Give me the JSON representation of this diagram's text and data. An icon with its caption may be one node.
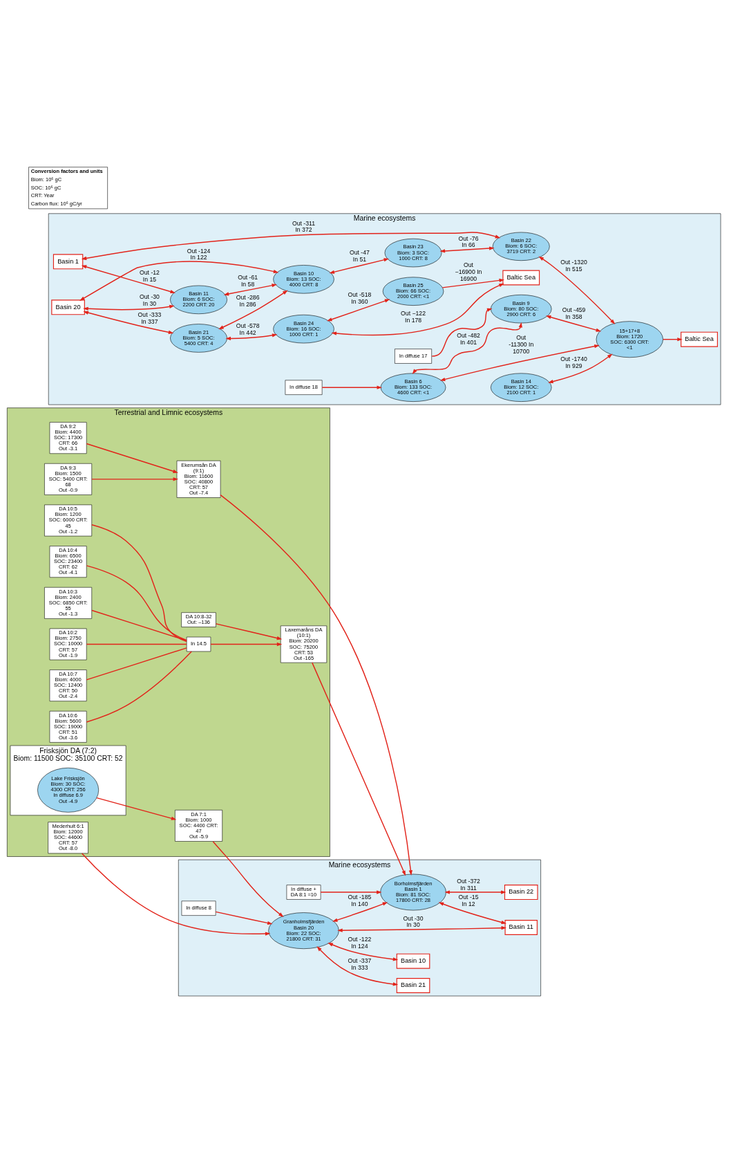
{
  "diagram": {
    "nodes": [
      {
        "text": [
          "Terrestrial and Limnic ecosystems"
        ]
      },
      {
        "text": [
          "DA 10:7",
          "Biom: 4000 SOC: 12400 CRT: 50",
          "Out -2.4"
        ],
        "in": 0
      },
      {
        "text": [
          "DA 10:6",
          "Biom: 5600 SOC: 19000 CRT: 51",
          "Out -3.6"
        ],
        "in": 0
      },
      {
        "text": [
          "DA 10:5",
          "Biom: 1200 SOC: 6000 CRT: 45",
          "Out -1.2"
        ],
        "in": 0
      },
      {
        "text": [
          "DA 10:4",
          "Biom: 6500 SOC: 23400 CRT: 62",
          "Out -4.1"
        ],
        "in": 0
      },
      {
        "text": [
          "DA 10:3",
          "Biom: 2400 SOC: 6850 CRT: 55",
          "Out -1.3"
        ],
        "in": 0
      },
      {
        "text": [
          "DA 10:2",
          "Biom: 2750 SOC: 10000 CRT: 57",
          "Out -1.9"
        ],
        "in": 0
      },
      {
        "text": [
          "Frisksjön DA (7:2)",
          "Biom: 11500 SOC: 35100 CRT: 52"
        ],
        "in": 0
      },
      {
        "text": [
          "Lake Frisksjön",
          "Biom: 30 SOC: 4300 CRT: 256",
          "In diffuse 6.9",
          "Out -4.9"
        ],
        "in": 7
      },
      {
        "text": [
          "Mederhult 6:1",
          "Biom: 12000 SOC: 44600 CRT: 57",
          "Out -8.0"
        ],
        "in": 0
      },
      {
        "text": [
          "DA 7:1",
          "Biom: 1000 SOC: 4400 CRT: 47",
          "Out -5.9"
        ],
        "in": 0
      },
      {
        "text": [
          "DA 9:2",
          "Biom: 4400 SOC: 17300 CRT: 66",
          "Out -3.1"
        ],
        "in": 0
      },
      {
        "text": [
          "DA 9:3",
          "Biom: 1500 SOC: 5400 CRT: 68",
          "Out -0.9"
        ],
        "in": 0
      },
      {
        "text": [
          "Ekerumsån DA (9:1)",
          "Biom: 11600 SOC: 40800 CRT: 57",
          "Out -7.4"
        ],
        "in": 0
      },
      {
        "text": [
          "In 14.5"
        ],
        "in": 0
      },
      {
        "text": [
          "DA 10:8-32",
          "Out: –136"
        ],
        "in": 0
      },
      {
        "text": [
          "Laxemaråns DA (10:1)",
          "Biom: 20200 SOC: 75200 CRT: 53",
          "Out -165"
        ],
        "in": 0
      },
      {
        "text": [
          "Marine ecosystems"
        ]
      },
      {
        "text": [
          "In diffuse 8"
        ],
        "in": 17
      },
      {
        "text": [
          "Granholmsfjärden",
          "Basin 20",
          "Biom: 22 SOC: 21800 CRT: 31"
        ],
        "in": 17
      },
      {
        "text": [
          "Basin 21"
        ],
        "in": 17
      },
      {
        "text": [
          "Basin 10"
        ],
        "in": 17
      },
      {
        "text": [
          "Basin 11"
        ],
        "in": 17
      },
      {
        "text": [
          "Borholmsfjärden",
          "Basin 1",
          "Biom: 81 SOC: 17800 CRT: 28"
        ],
        "in": 17
      },
      {
        "text": [
          "Basin 22"
        ],
        "in": 17
      },
      {
        "text": [
          "In diffuse + DA 8:1 =10"
        ],
        "in": 17
      },
      {
        "text": [
          "Marine ecosystems"
        ]
      },
      {
        "text": [
          "Basin 20"
        ],
        "in": 26
      },
      {
        "text": [
          "Basin 1"
        ],
        "in": 26
      },
      {
        "text": [
          "Basin 21",
          "Biom: 5 SOC: 5400 CRT: 4"
        ],
        "in": 26
      },
      {
        "text": [
          "Basin 11",
          "Biom: 6 SOC: 2200 CRT: 20"
        ],
        "in": 26
      },
      {
        "text": [
          "Basin 10",
          "Biom: 13 SOC: 4000 CRT: 8"
        ],
        "in": 26
      },
      {
        "text": [
          "Basin 24",
          "Biom: 16 SOC: 1000 CRT: 1"
        ],
        "in": 26
      },
      {
        "text": [
          "Basin 23",
          "Biom: 3 SOC: 1000 CRT: 8"
        ],
        "in": 26
      },
      {
        "text": [
          "Basin 25",
          "Biom: 66 SOC: 2000 CRT: <1"
        ],
        "in": 26
      },
      {
        "text": [
          "Baltic Sea"
        ],
        "in": 26
      },
      {
        "text": [
          "Basin 22",
          "Biom: 6 SOC: 3719 CRT: 2"
        ],
        "in": 26
      },
      {
        "text": [
          "In diffuse 18"
        ],
        "in": 26
      },
      {
        "text": [
          "Basin 6",
          "Biom: 133 SOC: 4600 CRT: <1"
        ],
        "in": 26
      },
      {
        "text": [
          "In diffuse 17"
        ],
        "in": 26
      },
      {
        "text": [
          "Basin 9",
          "Biom: 80 SOC: 2900 CRT: 6"
        ],
        "in": 26
      },
      {
        "text": [
          "Basin 14",
          "Biom: 12 SOC: 2100 CRT: 1"
        ],
        "in": 26
      },
      {
        "text": [
          "15+17+8",
          "Biom: 1720 SOC: 6300 CRT: <1"
        ],
        "in": 26
      },
      {
        "text": [
          "Baltic Sea"
        ],
        "in": 26
      }
    ],
    "edges": [
      {
        "from": 1,
        "to": 14,
        "arrow": "none"
      },
      {
        "from": 2,
        "to": 14,
        "arrow": "none"
      },
      {
        "from": 3,
        "to": 14,
        "arrow": "none"
      },
      {
        "from": 4,
        "to": 14,
        "arrow": "none"
      },
      {
        "from": 5,
        "to": 14,
        "arrow": "none"
      },
      {
        "from": 6,
        "to": 14,
        "arrow": "none"
      },
      {
        "from": 14,
        "to": 16,
        "arrow": "to"
      },
      {
        "from": 15,
        "to": 16,
        "arrow": "to"
      },
      {
        "from": 8,
        "to": 10,
        "arrow": "to"
      },
      {
        "from": 11,
        "to": 13,
        "arrow": "to"
      },
      {
        "from": 12,
        "to": 13,
        "arrow": "to"
      },
      {
        "from": 9,
        "to": 19,
        "arrow": "to"
      },
      {
        "from": 10,
        "to": 19,
        "arrow": "to"
      },
      {
        "from": 13,
        "to": 23,
        "arrow": "to"
      },
      {
        "from": 16,
        "to": 23,
        "arrow": "to"
      },
      {
        "from": 18,
        "to": 19,
        "arrow": "to"
      },
      {
        "from": 25,
        "to": 23,
        "arrow": "to"
      },
      {
        "from": 19,
        "to": 20,
        "arrow": "both",
        "label": "Out -337 In 333"
      },
      {
        "from": 19,
        "to": 21,
        "arrow": "both",
        "label": "Out -122 In 124"
      },
      {
        "from": 19,
        "to": 22,
        "arrow": "both",
        "label": "Out -30 In 30"
      },
      {
        "from": 19,
        "to": 23,
        "arrow": "both",
        "label": "Out -185 In 140"
      },
      {
        "from": 23,
        "to": 22,
        "arrow": "both",
        "label": "Out -15 In 12"
      },
      {
        "from": 23,
        "to": 24,
        "arrow": "both",
        "label": "Out -372 In 311"
      },
      {
        "from": 27,
        "to": 29,
        "arrow": "both",
        "label": "Out -333 In 337"
      },
      {
        "from": 27,
        "to": 30,
        "arrow": "both",
        "label": "Out -30 In 30"
      },
      {
        "from": 27,
        "to": 31,
        "arrow": "both",
        "label": "Out -124 In 122"
      },
      {
        "from": 28,
        "to": 30,
        "arrow": "both",
        "label": "Out -12 In 15"
      },
      {
        "from": 28,
        "to": 36,
        "arrow": "both",
        "label": "Out -311 In 372"
      },
      {
        "from": 29,
        "to": 32,
        "arrow": "both",
        "label": "Out -578 In 442"
      },
      {
        "from": 29,
        "to": 31,
        "arrow": "both",
        "label": "Out -286 In 286"
      },
      {
        "from": 30,
        "to": 31,
        "arrow": "both",
        "label": "Out -61 In 58"
      },
      {
        "from": 31,
        "to": 33,
        "arrow": "both",
        "label": "Out -47 In 51"
      },
      {
        "from": 32,
        "to": 34,
        "arrow": "both",
        "label": "Out -518 In 360"
      },
      {
        "from": 32,
        "to": 35,
        "arrow": "both",
        "label": "Out −122 In 178"
      },
      {
        "from": 34,
        "to": 35,
        "arrow": "to",
        "label": "Out −16900 In 16900"
      },
      {
        "from": 33,
        "to": 36,
        "arrow": "both",
        "label": "Out -76 In 66"
      },
      {
        "from": 37,
        "to": 38,
        "arrow": "to"
      },
      {
        "from": 39,
        "to": 40,
        "arrow": "to"
      },
      {
        "from": 38,
        "to": 40,
        "arrow": "both",
        "label": "Out -482 In 401"
      },
      {
        "from": 38,
        "to": 42,
        "arrow": "both",
        "label": "Out -11300 In 10700"
      },
      {
        "from": 40,
        "to": 42,
        "arrow": "both",
        "label": "Out -459 In 358"
      },
      {
        "from": 41,
        "to": 42,
        "arrow": "both",
        "label": "Out -1740 In 929"
      },
      {
        "from": 36,
        "to": 42,
        "arrow": "both",
        "label": "Out -1320 In 515"
      },
      {
        "from": 42,
        "to": 43,
        "arrow": "to"
      }
    ],
    "labels": [
      "Conversion factors and units",
      "Biom: 10⁶ gC",
      "SOC: 10⁶ gC",
      "CRT: Year",
      "Carbon flux: 10⁶ gC/yr"
    ]
  }
}
